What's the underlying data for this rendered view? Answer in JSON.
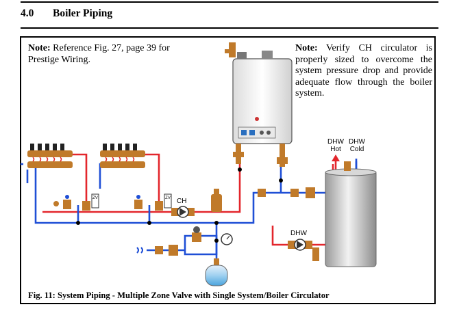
{
  "section": {
    "number": "4.0",
    "title": "Boiler Piping"
  },
  "note_left": {
    "prefix": "Note:",
    "text": " Reference Fig. 27, page 39 for Prestige Wiring."
  },
  "note_right": {
    "prefix": "Note:",
    "text": " Verify CH circulator is properly sized to overcome the system pressure drop and provide adequate flow through the boiler system."
  },
  "labels": {
    "ch": "CH",
    "dhw_pump": "DHW",
    "dhw_hot_1": "DHW",
    "dhw_hot_2": "Hot",
    "dhw_cold_1": "DHW",
    "dhw_cold_2": "Cold",
    "zv1": "ZV",
    "zv2": "ZV"
  },
  "caption": "Fig. 11: System Piping - Multiple Zone Valve with Single System/Boiler Circulator",
  "colors": {
    "supply": "#e3262c",
    "return": "#1f4fd6",
    "fitting": "#c07a2a",
    "tank": "#c9c9c9"
  }
}
